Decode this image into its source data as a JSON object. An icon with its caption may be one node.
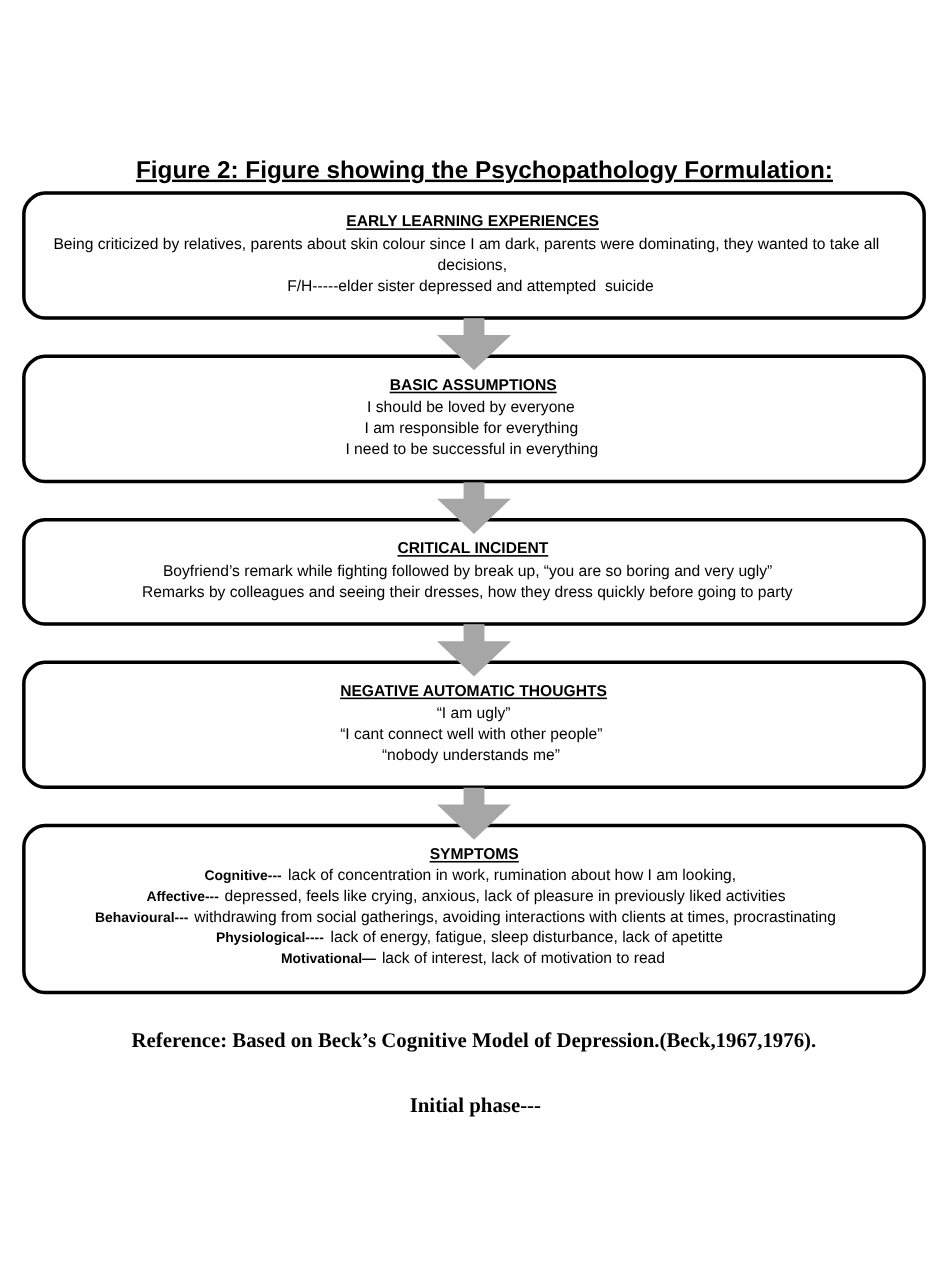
{
  "diagram": {
    "title": "Figure 2: Figure showing the Psychopathology Formulation:",
    "caption": "Reference: Based on Beck’s Cognitive Model of Depression.(Beck,1967,1976).",
    "nodes": [
      {
        "text": [
          "EARLY LEARNING EXPERIENCES",
          "Being criticized by relatives, parents about skin colour since I am dark, parents were dominating, they wanted to take all decisions,",
          "F/H-----elder sister depressed and attempted  suicide"
        ]
      },
      {
        "text": [
          "BASIC ASSUMPTIONS",
          "I should be loved by everyone",
          "I am responsible for everything",
          "I need to be successful in everything"
        ]
      },
      {
        "text": [
          "CRITICAL INCIDENT",
          "Boyfriend’s remark while fighting followed by break up, “you are so boring and very ugly”",
          "Remarks by colleagues and seeing their dresses, how they dress quickly before going to party"
        ]
      },
      {
        "text": [
          "NEGATIVE AUTOMATIC THOUGHTS",
          "“I am ugly”",
          "“I cant connect well with other people”",
          "“nobody understands me”"
        ]
      },
      {
        "text": [
          "SYMPTOMS",
          "**Cognitive---**lack of concentration in work, rumination about how I am looking,",
          "**Affective---** depressed, feels like crying, anxious, lack of pleasure in previously liked activities",
          "**Behavioural---** withdrawing from social gatherings, avoiding interactions with clients at times, procrastinating",
          "**Physiological----** lack of energy, fatigue, sleep disturbance, lack of apetitte",
          "**Motivational—**lack of interest, lack of motivation to read"
        ]
      }
    ],
    "edges": [
      {
        "from": 0,
        "to": 1,
        "arrow": "to"
      },
      {
        "from": 1,
        "to": 2,
        "arrow": "to"
      },
      {
        "from": 2,
        "to": 3,
        "arrow": "to"
      },
      {
        "from": 3,
        "to": 4,
        "arrow": "to"
      }
    ],
    "labels": [
      "Initial phase---"
    ]
  }
}
